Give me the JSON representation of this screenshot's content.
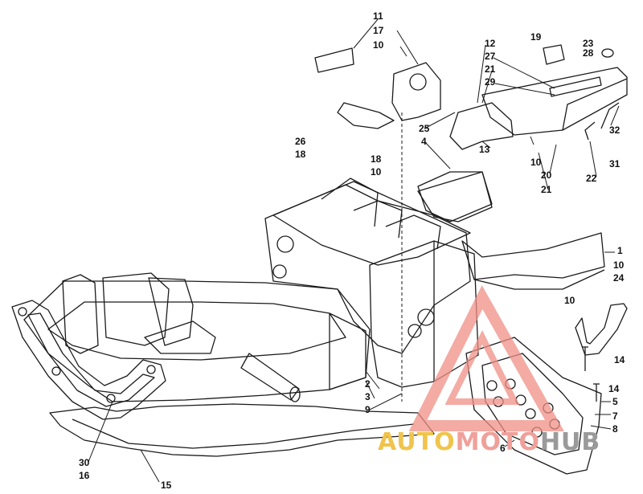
{
  "callouts": [
    {
      "id": "c11",
      "text": "11"
    },
    {
      "id": "c17",
      "text": "17"
    },
    {
      "id": "c10a",
      "text": "10"
    },
    {
      "id": "c19",
      "text": "19"
    },
    {
      "id": "c12",
      "text": "12"
    },
    {
      "id": "c23",
      "text": "23"
    },
    {
      "id": "c28",
      "text": "28"
    },
    {
      "id": "c27",
      "text": "27"
    },
    {
      "id": "c21a",
      "text": "21"
    },
    {
      "id": "c29",
      "text": "29"
    },
    {
      "id": "c26",
      "text": "26"
    },
    {
      "id": "c18a",
      "text": "18"
    },
    {
      "id": "c25",
      "text": "25"
    },
    {
      "id": "c4",
      "text": "4"
    },
    {
      "id": "c18b",
      "text": "18"
    },
    {
      "id": "c10b",
      "text": "10"
    },
    {
      "id": "c13",
      "text": "13"
    },
    {
      "id": "c10c",
      "text": "10"
    },
    {
      "id": "c20",
      "text": "20"
    },
    {
      "id": "c21b",
      "text": "21"
    },
    {
      "id": "c32",
      "text": "32"
    },
    {
      "id": "c31",
      "text": "31"
    },
    {
      "id": "c22",
      "text": "22"
    },
    {
      "id": "c1",
      "text": "1"
    },
    {
      "id": "c10d",
      "text": "10"
    },
    {
      "id": "c24",
      "text": "24"
    },
    {
      "id": "c10e",
      "text": "10"
    },
    {
      "id": "c14a",
      "text": "14"
    },
    {
      "id": "c14b",
      "text": "14"
    },
    {
      "id": "c2",
      "text": "2"
    },
    {
      "id": "c3",
      "text": "3"
    },
    {
      "id": "c9",
      "text": "9"
    },
    {
      "id": "c5",
      "text": "5"
    },
    {
      "id": "c7",
      "text": "7"
    },
    {
      "id": "c8",
      "text": "8"
    },
    {
      "id": "c6",
      "text": "6"
    },
    {
      "id": "c30",
      "text": "30"
    },
    {
      "id": "c16",
      "text": "16"
    },
    {
      "id": "c15",
      "text": "15"
    }
  ],
  "watermark": {
    "part1": "AUTO",
    "part2": "MOTO",
    "part3": "HUB",
    "colors": {
      "auto": "#f0c44c",
      "moto": "#f0a09a",
      "hub": "#9a9a9a",
      "triangle": "#ef8f86"
    }
  },
  "colors": {
    "ink": "#1a1a1a",
    "paper": "#ffffff"
  }
}
